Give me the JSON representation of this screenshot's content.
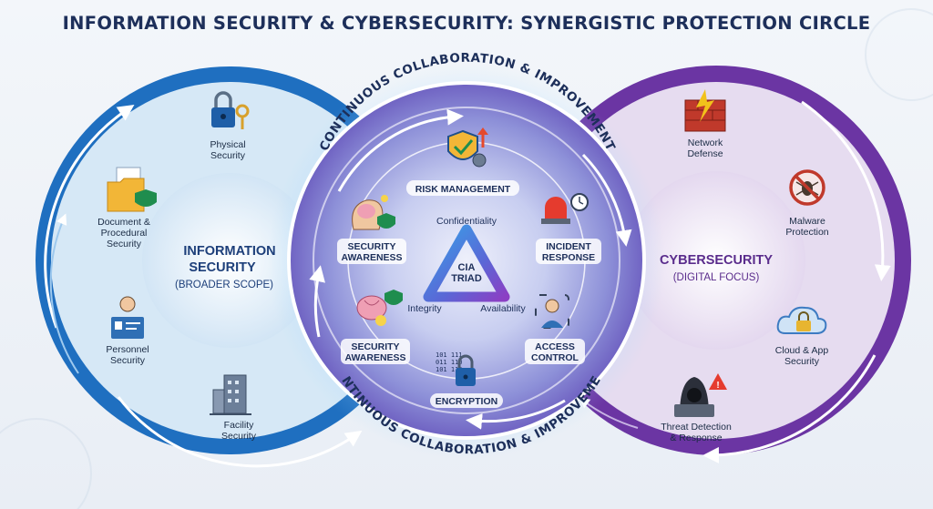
{
  "title": "INFORMATION SECURITY & CYBERSECURITY: SYNERGISTIC PROTECTION CIRCLE",
  "colors": {
    "info_blue": "#1f6fc0",
    "cyber_purple": "#6b35a3",
    "center_glow": "#7e8ee0",
    "title_navy": "#1d2f5a"
  },
  "info_security": {
    "title_line1": "INFORMATION",
    "title_line2": "SECURITY",
    "subtitle": "(BROADER SCOPE)",
    "items": [
      {
        "icon": "padlock-key-icon",
        "line1": "Physical",
        "line2": "Security",
        "line3": ""
      },
      {
        "icon": "document-folder-shield-icon",
        "line1": "Document &",
        "line2": "Procedural",
        "line3": "Security"
      },
      {
        "icon": "person-id-badge-icon",
        "line1": "Personnel",
        "line2": "Security",
        "line3": ""
      },
      {
        "icon": "office-building-icon",
        "line1": "Facility",
        "line2": "Security",
        "line3": ""
      }
    ]
  },
  "cybersecurity": {
    "title": "CYBERSECURITY",
    "subtitle": "(DIGITAL FOCUS)",
    "items": [
      {
        "icon": "firewall-icon",
        "line1": "Network",
        "line2": "Defense"
      },
      {
        "icon": "no-bug-icon",
        "line1": "Malware",
        "line2": "Protection"
      },
      {
        "icon": "cloud-lock-icon",
        "line1": "Cloud & App",
        "line2": "Security"
      },
      {
        "icon": "hooded-hacker-icon",
        "line1": "Threat Detection",
        "line2": "& Response"
      }
    ]
  },
  "center": {
    "arc_text_top": "CONTINUOUS COLLABORATION & IMPROVEMENT",
    "arc_text_bottom": "CONTINUOUS COLLABORATION & IMPROVEMENT",
    "triad_line1": "CIA",
    "triad_line2": "TRIAD",
    "confidentiality": "Confidentiality",
    "integrity": "Integrity",
    "availability": "Availability",
    "items": [
      {
        "icon": "shield-check-gear-icon",
        "line1": "RISK MANAGEMENT",
        "line2": ""
      },
      {
        "icon": "alarm-siren-clock-icon",
        "line1": "INCIDENT",
        "line2": "RESPONSE"
      },
      {
        "icon": "person-face-scan-icon",
        "line1": "ACCESS",
        "line2": "CONTROL"
      },
      {
        "icon": "binary-padlock-icon",
        "line1": "ENCRYPTION",
        "line2": ""
      },
      {
        "icon": "brain-lightbulb-shield-icon",
        "line1": "SECURITY",
        "line2": "AWARENESS"
      },
      {
        "icon": "head-brain-shield-icon",
        "line1": "SECURITY",
        "line2": "AWARENESS"
      }
    ]
  }
}
